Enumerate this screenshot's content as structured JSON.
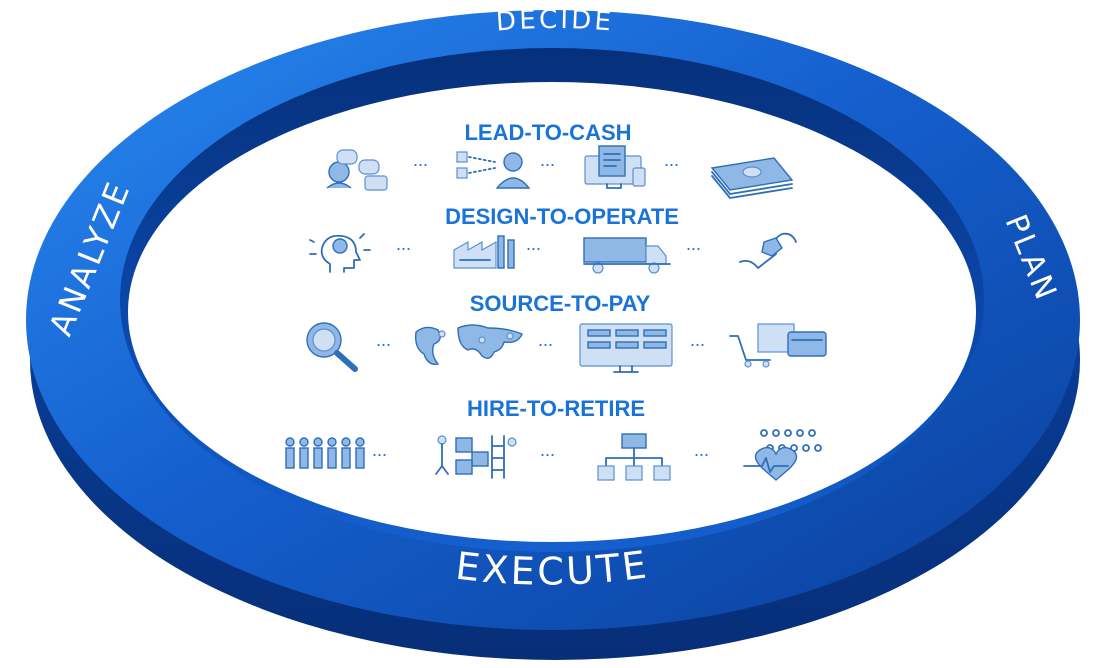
{
  "ring": {
    "top_label": "DECIDE",
    "right_label": "PLAN",
    "bottom_label": "EXECUTE",
    "left_label": "ANALYZE",
    "colors": {
      "outer": "#0a4aa8",
      "inner_edge": "#0b3f8f",
      "bright": "#1f6fe0",
      "shadow": "#0a2f73"
    }
  },
  "processes": [
    {
      "title": "LEAD-TO-CASH",
      "icons": [
        "customer-chat-icon",
        "organization-people-icon",
        "desktop-invoice-icon",
        "cash-stack-icon"
      ]
    },
    {
      "title": "DESIGN-TO-OPERATE",
      "icons": [
        "idea-head-icon",
        "factory-icon",
        "delivery-truck-icon",
        "maintenance-wrench-icon"
      ]
    },
    {
      "title": "SOURCE-TO-PAY",
      "icons": [
        "magnifier-icon",
        "world-map-icon",
        "monitor-catalog-icon",
        "cart-payment-icon"
      ]
    },
    {
      "title": "HIRE-TO-RETIRE",
      "icons": [
        "team-people-icon",
        "collaboration-puzzle-icon",
        "org-chart-icon",
        "employee-health-icon"
      ]
    }
  ],
  "connector": "..."
}
